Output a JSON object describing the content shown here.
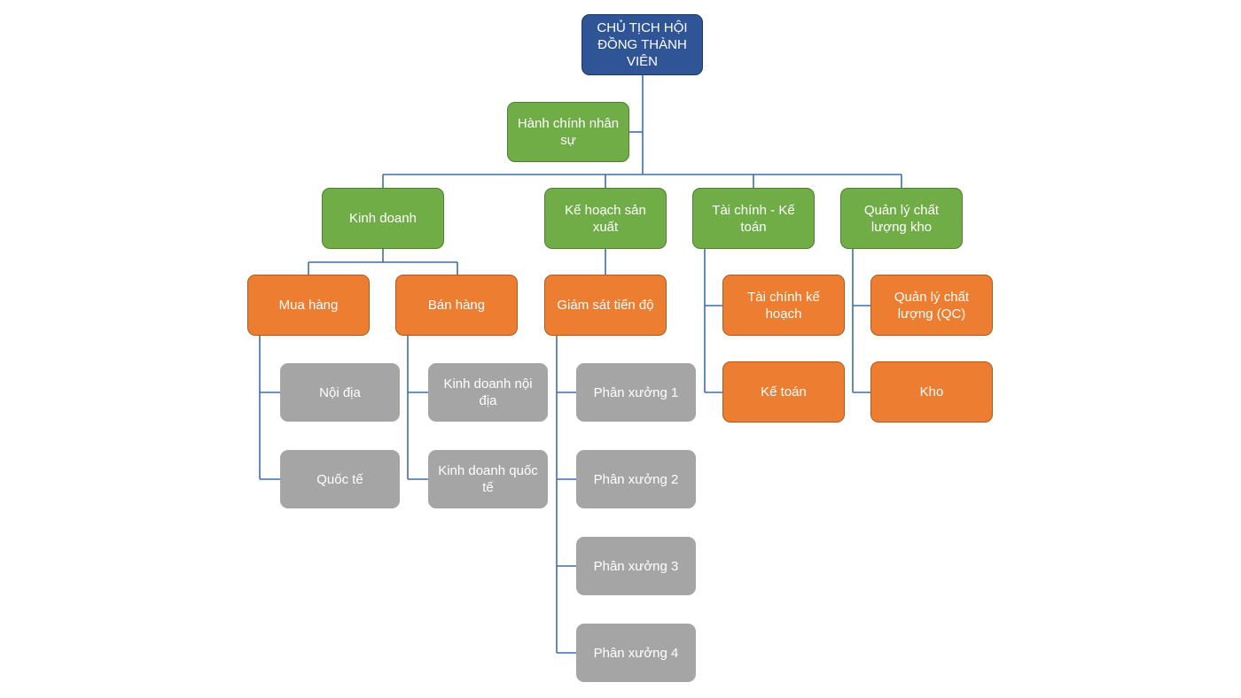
{
  "colors": {
    "root": "#2F5597",
    "department": "#70AD47",
    "sub_department": "#ED7D31",
    "unit": "#A5A5A5",
    "connector": "#3F6DAE"
  },
  "chart": {
    "root": {
      "label": "CHỦ TỊCH HỘI ĐỒNG THÀNH VIÊN"
    },
    "assistant": {
      "label": "Hành chính nhân sự"
    },
    "departments": [
      {
        "label": "Kinh doanh",
        "children": [
          {
            "label": "Mua hàng",
            "children": [
              {
                "label": "Nội địa"
              },
              {
                "label": "Quốc tế"
              }
            ]
          },
          {
            "label": "Bán hàng",
            "children": [
              {
                "label": "Kinh doanh nội địa"
              },
              {
                "label": "Kinh doanh quốc tế"
              }
            ]
          }
        ]
      },
      {
        "label": "Kế hoạch sản xuất",
        "children": [
          {
            "label": "Giám sát tiến độ",
            "children": [
              {
                "label": "Phân xưởng 1"
              },
              {
                "label": "Phân xưởng 2"
              },
              {
                "label": "Phân xưởng 3"
              },
              {
                "label": "Phân xưởng 4"
              }
            ]
          }
        ]
      },
      {
        "label": "Tài chính - Kế toán",
        "children": [
          {
            "label": "Tài chính kế hoạch"
          },
          {
            "label": "Kế toán"
          }
        ]
      },
      {
        "label": "Quản lý chất lượng kho",
        "children": [
          {
            "label": "Quản lý chất lượng (QC)"
          },
          {
            "label": "Kho"
          }
        ]
      }
    ]
  }
}
